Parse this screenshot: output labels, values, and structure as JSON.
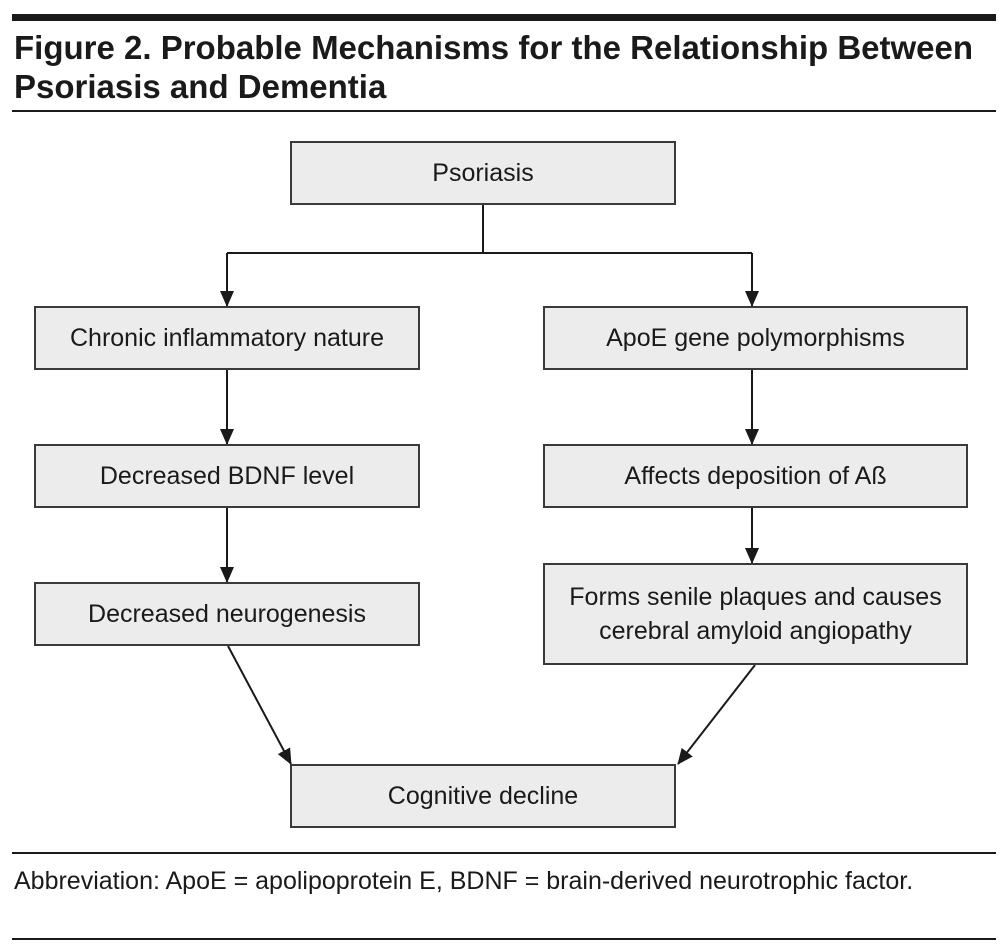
{
  "figure": {
    "title": "Figure 2. Probable Mechanisms for the Relationship Between Psoriasis and Dementia",
    "footnote": "Abbreviation: ApoE = apolipoprotein E, BDNF = brain-derived neurotrophic factor."
  },
  "nodes": {
    "psoriasis": "Psoriasis",
    "chronic_inflammatory": "Chronic inflammatory nature",
    "apoe_polymorphisms": "ApoE gene polymorphisms",
    "decreased_bdnf": "Decreased BDNF level",
    "affects_deposition": "Affects deposition of Aß",
    "decreased_neurogenesis": "Decreased neurogenesis",
    "forms_plaques": "Forms senile plaques and causes cerebral amyloid angiopathy",
    "cognitive_decline": "Cognitive decline"
  },
  "colors": {
    "box_fill": "#ececec",
    "box_border": "#3a3a3a",
    "line": "#1a1a1a"
  }
}
